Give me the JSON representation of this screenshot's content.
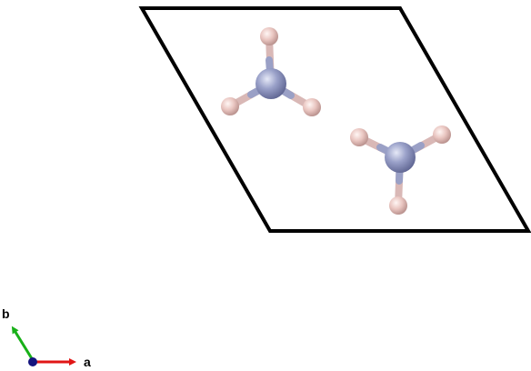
{
  "colors": {
    "background": "#ffffff",
    "cell_outline": "#000000",
    "nitrogen": "#8f96c0",
    "hydrogen": "#e8c6c2",
    "axis_a": "#e01515",
    "axis_b": "#18b018",
    "axis_c": "#14147e"
  },
  "axes": {
    "a_label": "a",
    "b_label": "b"
  },
  "structure": {
    "molecules": [
      {
        "center": "N",
        "ligands": [
          "H",
          "H",
          "H"
        ]
      },
      {
        "center": "N",
        "ligands": [
          "H",
          "H",
          "H"
        ]
      }
    ]
  }
}
